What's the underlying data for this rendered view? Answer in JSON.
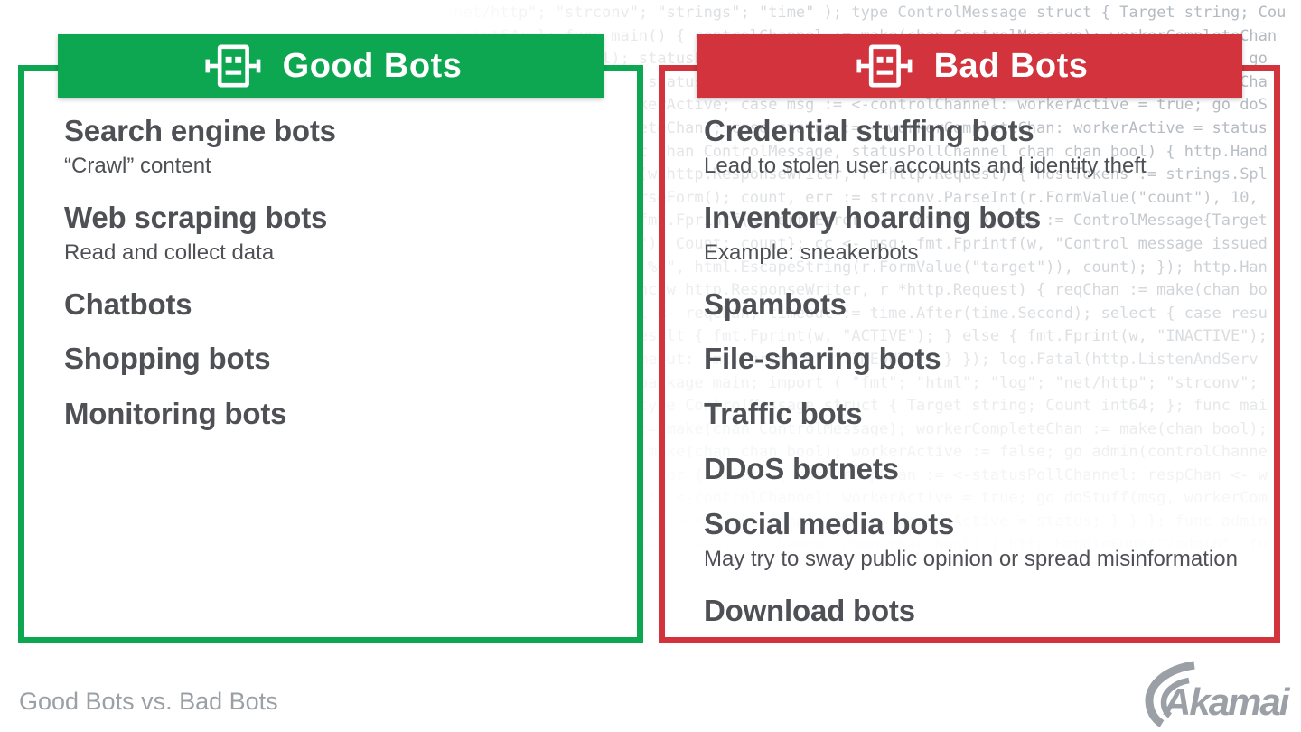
{
  "background": {
    "code_lines": [
      "\"net/http\"; \"strconv\"; \"strings\"; \"time\" ); type ControlMessage struct { Target string; Cou",
      "nt int64; }; func main() { controlChannel := make(chan ControlMessage); workerCompleteChan",
      " := make(chan bool); statusPollChannel := make(chan chan bool); workerActive := false; go ",
      "admin(controlChannel, statusPollChannel); for { select { case respChan := <-statusPollCha",
      "nnel: respChan <- workerActive; case msg := <-controlChannel: workerActive = true; go doS",
      "tuff(msg, workerCompleteChan); case status := <-workerCompleteChan: workerActive = status",
      "; } } }; func admin(cc chan ControlMessage, statusPollChannel chan chan bool) { http.Hand",
      "leFunc(\"/admin\", func(w http.ResponseWriter, r *http.Request) { hostTokens := strings.Spl",
      "it(r.Host, \":\"); r.ParseForm(); count, err := strconv.ParseInt(r.FormValue(\"count\"), 10, ",
      "64); if err != nil { fmt.Fprintf(w, err.Error()); return; }; msg := ControlMessage{Target",
      ": r.FormValue(\"target\"), Count: count}; cc <- msg; fmt.Fprintf(w, \"Control message issued",
      " for Target %s, count %d\", html.EscapeString(r.FormValue(\"target\")), count); }); http.Han",
      "dleFunc(\"/status\", func(w http.ResponseWriter, r *http.Request) { reqChan := make(chan bo",
      "ol); statusPollChannel <- reqChan; timeout := time.After(time.Second); select { case resu",
      "lt := <-reqChan: if result { fmt.Fprint(w, \"ACTIVE\"); } else { fmt.Fprint(w, \"INACTIVE\");",
      " }; return; case <-timeout: fmt.Fprint(w, \"TIMEOUT\"); } }); log.Fatal(http.ListenAndServ",
      "e(\":1337\", nil)); }; package main; import ( \"fmt\"; \"html\"; \"log\"; \"net/http\"; \"strconv\"; ",
      "\"strings\"; \"time\" ); type ControlMessage struct { Target string; Count int64; }; func mai",
      "n() { controlChannel := make(chan ControlMessage); workerCompleteChan := make(chan bool);",
      " statusPollChannel := make(chan chan bool); workerActive := false; go admin(controlChanne",
      "l, statusPollChannel); for { select { case respChan := <-statusPollChannel: respChan <- w",
      "orkerActive; case msg := <-controlChannel: workerActive = true; go doStuff(msg, workerCom",
      "pleteChan); case status := <-workerCompleteChan: workerActive = status; } } }; func admin",
      "(cc chan ControlMessage, statusPollChannel chan chan bool) { http.HandleFunc(\"/admin\", fu"
    ]
  },
  "panels": {
    "good": {
      "title": "Good Bots",
      "accent": "#0ca750",
      "items": [
        {
          "label": "Search engine bots",
          "description": "“Crawl” content"
        },
        {
          "label": "Web scraping bots",
          "description": "Read and collect data"
        },
        {
          "label": "Chatbots"
        },
        {
          "label": "Shopping bots"
        },
        {
          "label": "Monitoring bots"
        }
      ]
    },
    "bad": {
      "title": "Bad Bots",
      "accent": "#d2333c",
      "items": [
        {
          "label": "Credential stuffing bots",
          "description": "Lead to stolen user accounts and identity theft"
        },
        {
          "label": "Inventory hoarding bots",
          "description": "Example: sneakerbots"
        },
        {
          "label": "Spambots"
        },
        {
          "label": "File-sharing bots"
        },
        {
          "label": "Traffic bots"
        },
        {
          "label": "DDoS botnets"
        },
        {
          "label": "Social media bots",
          "description": "May try to sway public opinion or spread misinformation"
        },
        {
          "label": "Download bots"
        }
      ]
    }
  },
  "footer": {
    "caption": "Good Bots vs. Bad Bots",
    "brand": "Akamai",
    "text_color": "#9ba0a5"
  }
}
